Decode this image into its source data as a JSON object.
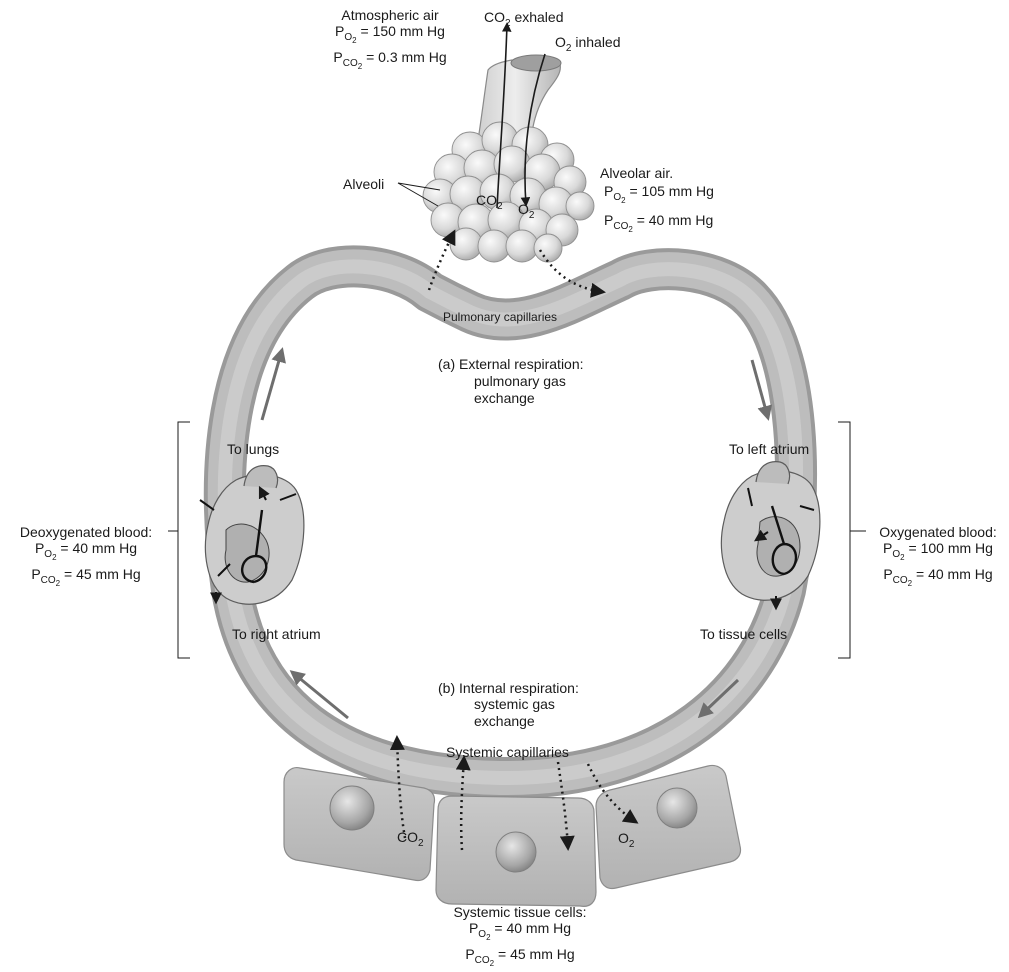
{
  "atmospheric": {
    "title": "Atmospheric air",
    "po2": "= 150 mm Hg",
    "pco2": "= 0.3 mm Hg"
  },
  "co2_exhaled": "exhaled",
  "o2_inhaled": "inhaled",
  "alveoli_label": "Alveoli",
  "alveolar": {
    "title": "Alveolar air.",
    "po2": "= 105 mm Hg",
    "pco2": "= 40 mm Hg"
  },
  "pulmonary_capillaries": "Pulmonary capillaries",
  "external": {
    "letter": "(a)",
    "line1": "External respiration:",
    "line2": "pulmonary gas",
    "line3": "exchange"
  },
  "to_lungs": "To lungs",
  "to_left_atrium": "To left atrium",
  "deoxy": {
    "title": "Deoxygenated blood:",
    "po2": "= 40 mm Hg",
    "pco2": "= 45 mm Hg"
  },
  "oxy": {
    "title": "Oxygenated blood:",
    "po2": "= 100 mm Hg",
    "pco2": "= 40 mm Hg"
  },
  "to_right_atrium": "To right atrium",
  "to_tissue_cells": "To tissue cells",
  "internal": {
    "letter": "(b)",
    "line1": "Internal respiration:",
    "line2": "systemic gas",
    "line3": "exchange"
  },
  "systemic_capillaries": "Systemic capillaries",
  "tissue": {
    "title": "Systemic tissue cells:",
    "po2": "= 40 mm Hg",
    "pco2": "= 45 mm Hg"
  },
  "symbols": {
    "P": "P",
    "O": "O",
    "CO": "CO",
    "two": "2"
  },
  "colors": {
    "vessel": "#b8b8b8",
    "vessel_dark": "#8e8e8e",
    "cell": "#cfcfcf",
    "nucleus": "#a9a9a9",
    "alveolus": "#dedede",
    "text": "#1a1a1a"
  }
}
